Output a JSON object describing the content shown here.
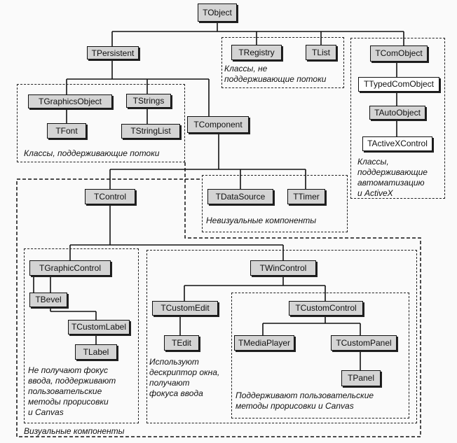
{
  "classes": {
    "tobject": "TObject",
    "tpersistent": "TPersistent",
    "tregistry": "TRegistry",
    "tlist": "TList",
    "tcomobject": "TComObject",
    "ttypedcomobject": "TTypedComObject",
    "tautoobject": "TAutoObject",
    "tactivexcontrol": "TActiveXControl",
    "tgraphicsobject": "TGraphicsObject",
    "tstrings": "TStrings",
    "tfont": "TFont",
    "tstringlist": "TStringList",
    "tcomponent": "TComponent",
    "tcontrol": "TControl",
    "tdatasource": "TDataSource",
    "ttimer": "TTimer",
    "tgraphiccontrol": "TGraphicControl",
    "twincontrol": "TWinControl",
    "tbevel": "TBevel",
    "tcustomlabel": "TCustomLabel",
    "tlabel": "TLabel",
    "tcustomedit": "TCustomEdit",
    "tedit": "TEdit",
    "tcustomcontrol": "TCustomControl",
    "tmediaplayer": "TMediaPlayer",
    "tcustompanel": "TCustomPanel",
    "tpanel": "TPanel"
  },
  "notes": {
    "non_stream": [
      "Классы, не",
      "поддерживающие потоки"
    ],
    "stream": [
      "Классы, поддерживающие потоки"
    ],
    "automation": [
      "Классы,",
      "поддерживающие",
      "автоматизацию",
      "и ActiveX"
    ],
    "nonvisual": [
      "Невизуальные компоненты"
    ],
    "graphic": [
      "Не получают фокус",
      "ввода, поддерживают",
      "пользовательские",
      "методы прорисовки",
      "и Canvas"
    ],
    "window_handle": [
      "Используют",
      "дескриптор окна,",
      "получают",
      "фокуса ввода"
    ],
    "custom_draw": [
      "Поддерживают пользовательские",
      "методы прорисовки и Canvas"
    ],
    "visual": [
      "Визуальные компоненты"
    ]
  }
}
